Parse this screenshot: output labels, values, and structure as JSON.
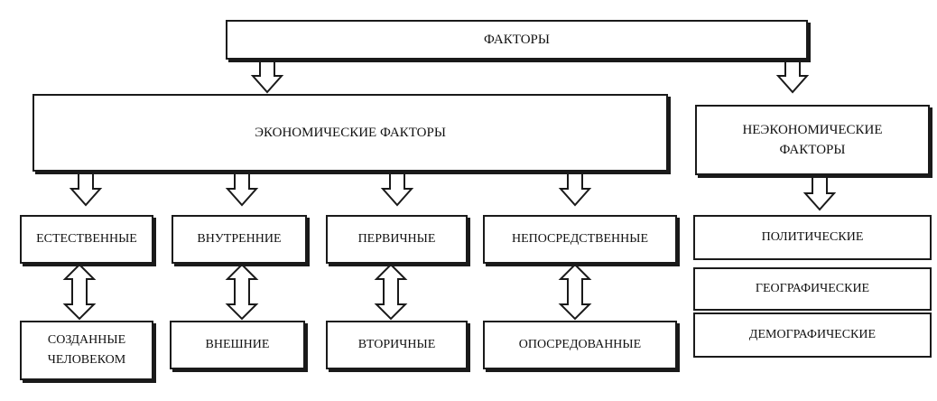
{
  "root": {
    "label": "ФАКТОРЫ"
  },
  "economic": {
    "label": "ЭКОНОМИЧЕСКИЕ ФАКТОРЫ"
  },
  "non_economic": {
    "label": "НЕЭКОНОМИЧЕСКИЕ ФАКТОРЫ"
  },
  "economic_types": [
    {
      "top": "ЕСТЕСТВЕННЫЕ",
      "bottom": "СОЗДАННЫЕ ЧЕЛОВЕКОМ"
    },
    {
      "top": "ВНУТРЕННИЕ",
      "bottom": "ВНЕШНИЕ"
    },
    {
      "top": "ПЕРВИЧНЫЕ",
      "bottom": "ВТОРИЧНЫЕ"
    },
    {
      "top": "НЕПОСРЕДСТВЕННЫЕ",
      "bottom": "ОПОСРЕДОВАННЫЕ"
    }
  ],
  "non_economic_types": [
    "ПОЛИТИЧЕСКИЕ",
    "ГЕОГРАФИЧЕСКИЕ",
    "ДЕМОГРАФИЧЕСКИЕ"
  ]
}
